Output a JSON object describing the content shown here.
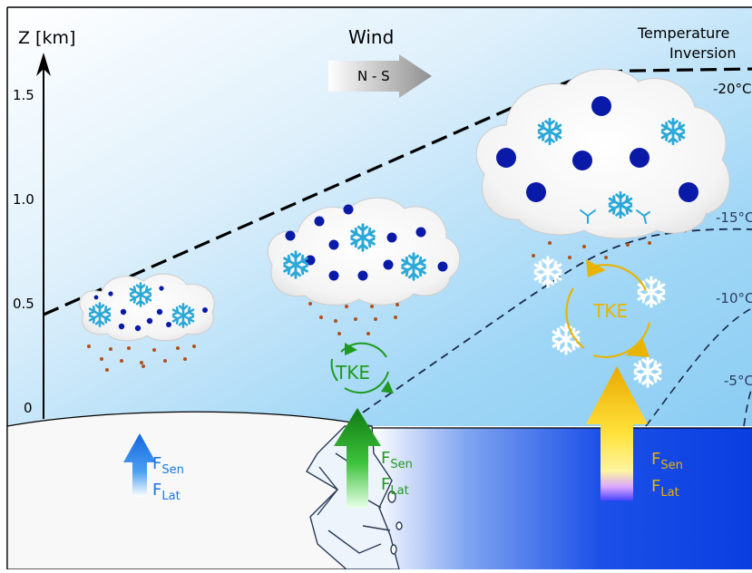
{
  "axis": {
    "label": "Z [km]",
    "ticks": [
      "1.5",
      "1.0",
      "0.5",
      "0"
    ]
  },
  "wind": {
    "title": "Wind",
    "direction": "N - S"
  },
  "inversion": {
    "line1": "Temperature",
    "line2": "Inversion"
  },
  "isotherms": [
    "-20°C",
    "-15°C",
    "-10°C",
    "-5°C"
  ],
  "tke_labels": {
    "green": "TKE",
    "yellow": "TKE"
  },
  "flux": {
    "main": "F",
    "sensible_sub": "Sen",
    "latent_sub": "Lat"
  },
  "colors": {
    "ice_flux": "#1976e6",
    "lead_flux": "#1f9a1f",
    "ocean_flux": "#e8b400",
    "ocean": "#0a3ee0",
    "snowflake_blue": "#2aa8d8",
    "ice_crystal_dark": "#0a1aa8",
    "drizzle": "#b0501a"
  }
}
